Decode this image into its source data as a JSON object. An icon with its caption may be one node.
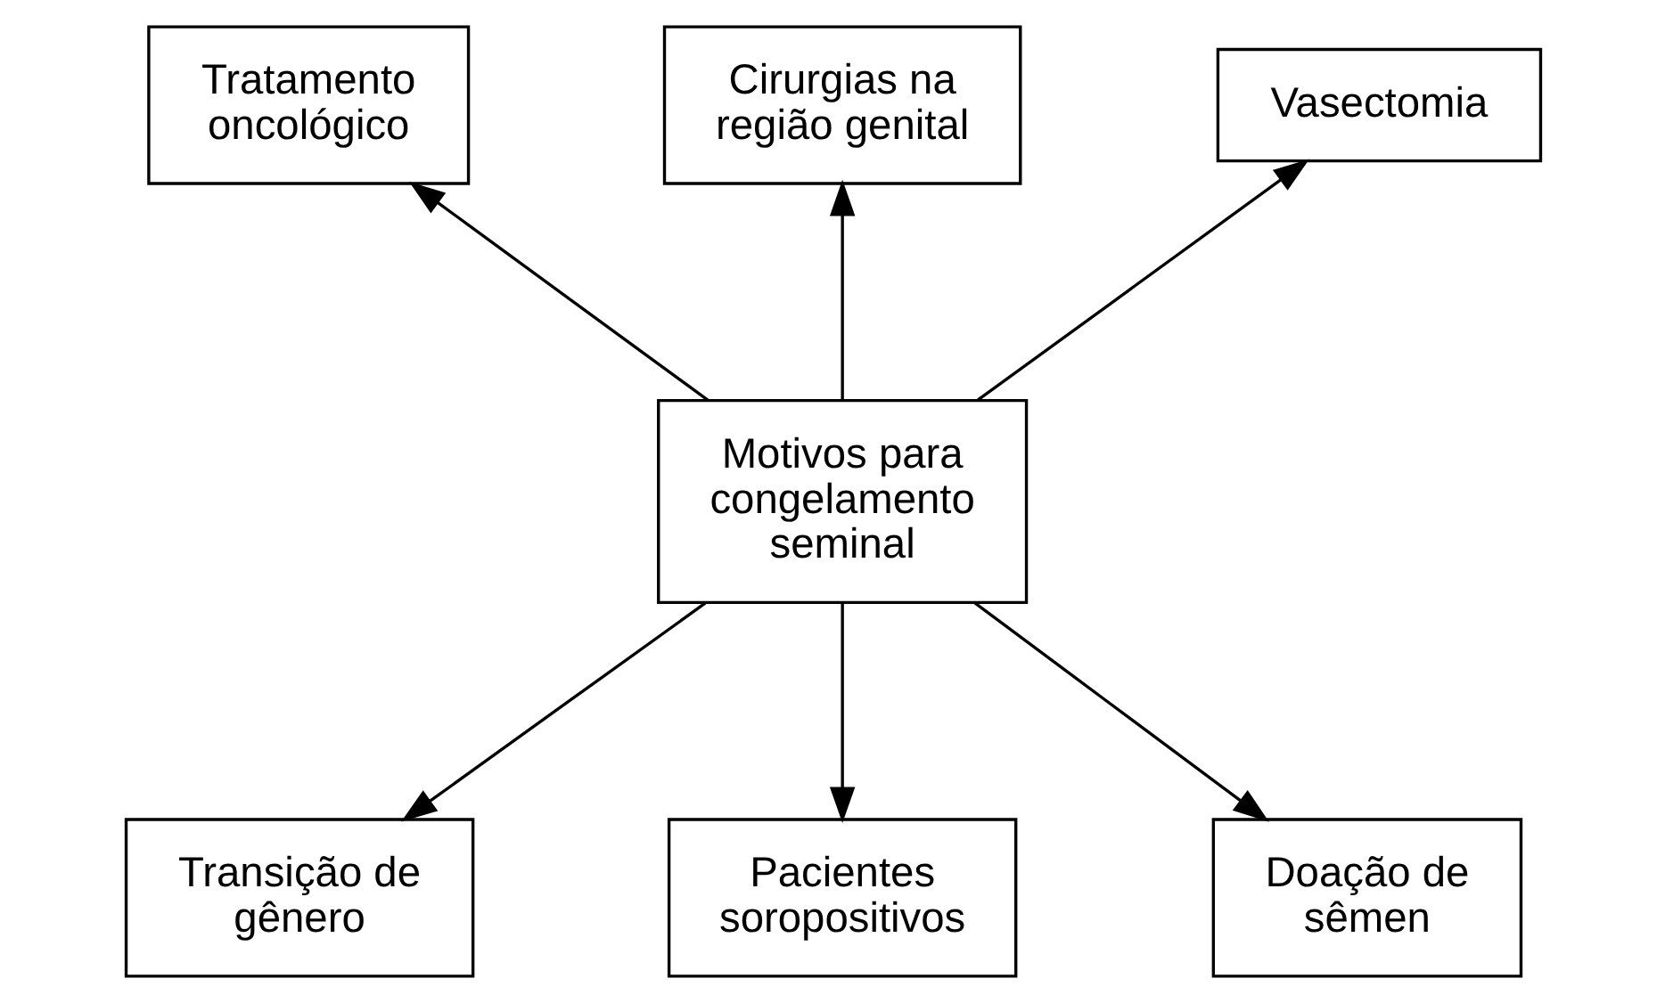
{
  "diagram": {
    "nodes": [
      {
        "text": [
          "Tratamento oncológico"
        ]
      },
      {
        "text": [
          "Cirurgias na região genital"
        ]
      },
      {
        "text": [
          "Vasectomia"
        ]
      },
      {
        "text": [
          "Motivos para congelamento seminal"
        ]
      },
      {
        "text": [
          "Transição de gênero"
        ]
      },
      {
        "text": [
          "Pacientes soropositivos"
        ]
      },
      {
        "text": [
          "Doação de sêmen"
        ]
      }
    ],
    "edges": [
      {
        "from": 3,
        "to": 0,
        "arrow": "to"
      },
      {
        "from": 3,
        "to": 1,
        "arrow": "to"
      },
      {
        "from": 3,
        "to": 2,
        "arrow": "to"
      },
      {
        "from": 3,
        "to": 4,
        "arrow": "to"
      },
      {
        "from": 3,
        "to": 5,
        "arrow": "to"
      },
      {
        "from": 3,
        "to": 6,
        "arrow": "to"
      }
    ]
  }
}
